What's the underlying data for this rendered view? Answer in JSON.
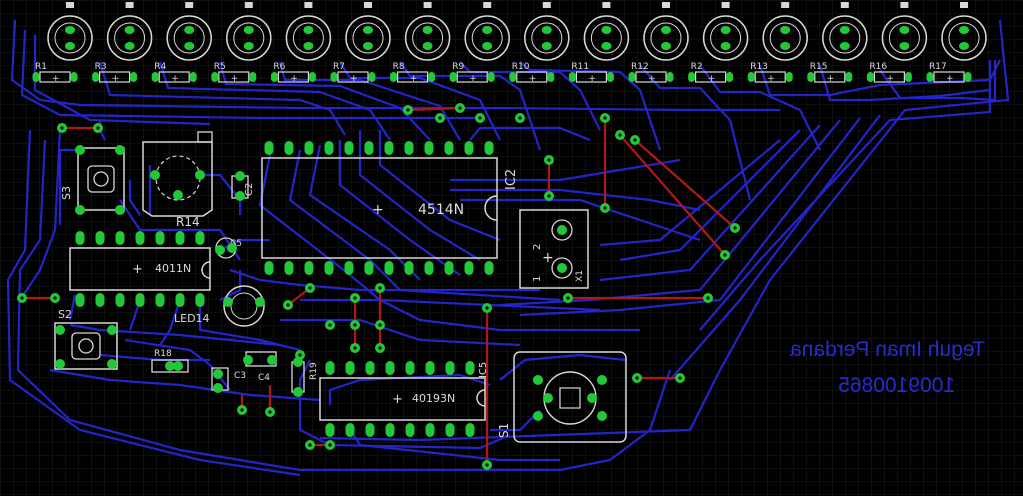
{
  "board": {
    "background": "#000000",
    "grid_color": "#1f1f1f",
    "trace_color": "#2424c8",
    "jumper_color": "#b01818",
    "pad_color": "#22c838",
    "silk_color": "#d8d8d8"
  },
  "led_row": {
    "count": 16,
    "resistor_labels": [
      "R1",
      "R3",
      "R4",
      "R5",
      "R6",
      "R7",
      "R8",
      "R9",
      "R10",
      "R11",
      "R12",
      "R2",
      "R13",
      "R15",
      "R16",
      "R17"
    ],
    "plus_glyph": "+"
  },
  "components": {
    "ic_4514": {
      "label": "4514N",
      "ref": "IC2"
    },
    "ic_4011": {
      "label": "4011N"
    },
    "ic_40193": {
      "label": "40193N",
      "ref": "IC5"
    },
    "switch_s3": {
      "ref": "S3"
    },
    "switch_s2": {
      "ref": "S2"
    },
    "switch_s1": {
      "ref": "S1"
    },
    "pot_r14": {
      "ref": "R14"
    },
    "cap_c2": {
      "ref": "C2"
    },
    "cap_c3": {
      "ref": "C3"
    },
    "cap_c4": {
      "ref": "C4"
    },
    "cap_c5": {
      "ref": "C5"
    },
    "led14": {
      "ref": "LED14"
    },
    "res_r18": {
      "ref": "R18"
    },
    "res_r19": {
      "ref": "R19"
    },
    "terminal": {
      "ref": "X1",
      "pin1": "1",
      "pin2": "2"
    }
  },
  "credits": {
    "name": "Teguh Iman Perdana",
    "id_number": "1009100865"
  }
}
